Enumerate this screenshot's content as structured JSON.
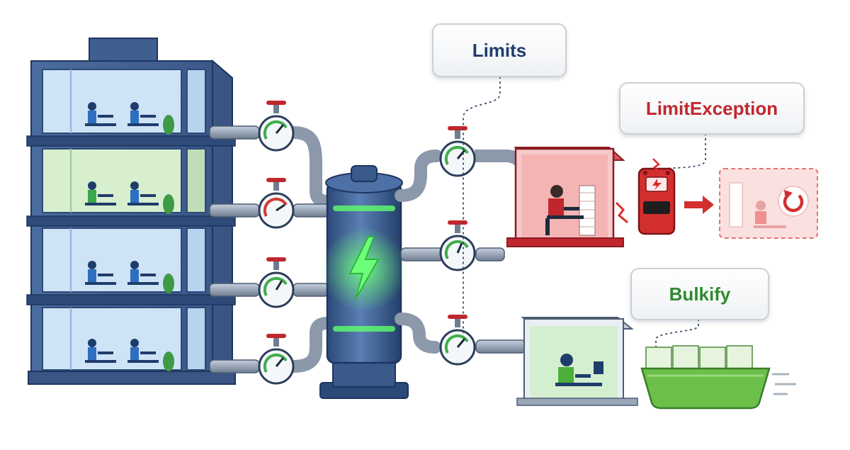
{
  "labels": {
    "limits": "Limits",
    "limit_exception": "LimitException",
    "bulkify": "Bulkify"
  },
  "colors": {
    "building": "#4a6a9a",
    "pipe": "#8c99ab",
    "energy_green": "#3fe04a",
    "error_red": "#c0272d",
    "success_green": "#4caf3a",
    "label_blue": "#1f3d6b"
  },
  "icons": [
    "lightning-bolt-icon",
    "retry-icon",
    "arrow-right-icon",
    "circuit-breaker-icon"
  ]
}
